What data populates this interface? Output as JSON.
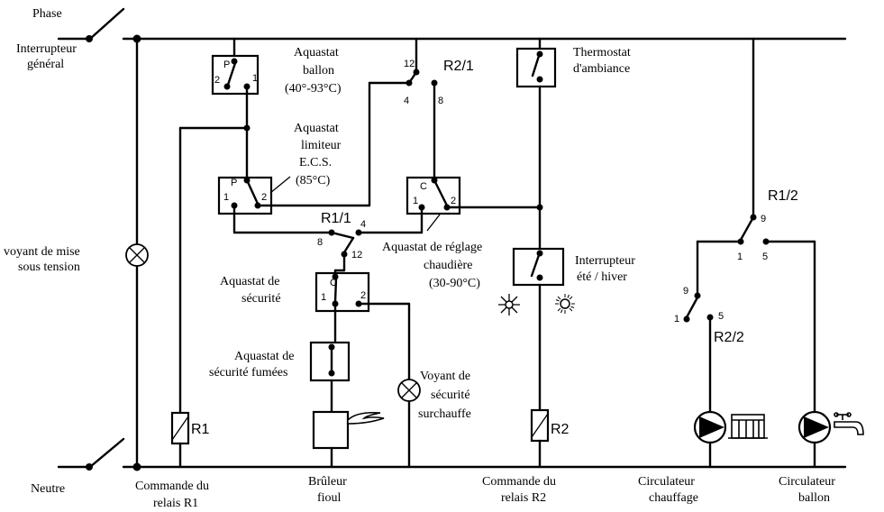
{
  "labels": {
    "phase": "Phase",
    "interrupteur_1": "Interrupteur",
    "interrupteur_2": "général",
    "neutre": "Neutre",
    "voyant_mise_1": "voyant de mise",
    "voyant_mise_2": "sous tension",
    "aq_ballon_1": "Aquastat",
    "aq_ballon_2": "ballon",
    "aq_ballon_3": "(40°-93°C)",
    "aq_limiteur_1": "Aquastat",
    "aq_limiteur_2": "limiteur",
    "aq_limiteur_3": "E.C.S.",
    "aq_limiteur_4": "(85°C)",
    "thermostat_1": "Thermostat",
    "thermostat_2": "d'ambiance",
    "aq_reglage_1": "Aquastat de réglage",
    "aq_reglage_2": "chaudière",
    "aq_reglage_3": "(30-90°C)",
    "inter_ete_1": "Interrupteur",
    "inter_ete_2": "été / hiver",
    "aq_securite_1": "Aquastat de",
    "aq_securite_2": "sécurité",
    "aq_fumees_1": "Aquastat de",
    "aq_fumees_2": "sécurité fumées",
    "voyant_surch_1": "Voyant de",
    "voyant_surch_2": "sécurité",
    "voyant_surch_3": "surchauffe",
    "cmd_r1_1": "Commande du",
    "cmd_r1_2": "relais R1",
    "bruleur_1": "Brûleur",
    "bruleur_2": "fioul",
    "cmd_r2_1": "Commande du",
    "cmd_r2_2": "relais R2",
    "circ_ch_1": "Circulateur",
    "circ_ch_2": "chauffage",
    "circ_ba_1": "Circulateur",
    "circ_ba_2": "ballon"
  },
  "relays": {
    "r2_1": "R2/1",
    "r1_1": "R1/1",
    "r1_2": "R1/2",
    "r2_2": "R2/2",
    "r1": "R1",
    "r2": "R2"
  },
  "terminals": {
    "p": "P",
    "c": "C",
    "t1": "1",
    "t2": "2",
    "t4": "4",
    "t5": "5",
    "t8": "8",
    "t9": "9",
    "t12": "12"
  },
  "icons": [
    "snowflake-icon",
    "sun-icon",
    "radiator-icon",
    "faucet-icon",
    "flame-icon",
    "pump-icon",
    "lamp-icon"
  ]
}
